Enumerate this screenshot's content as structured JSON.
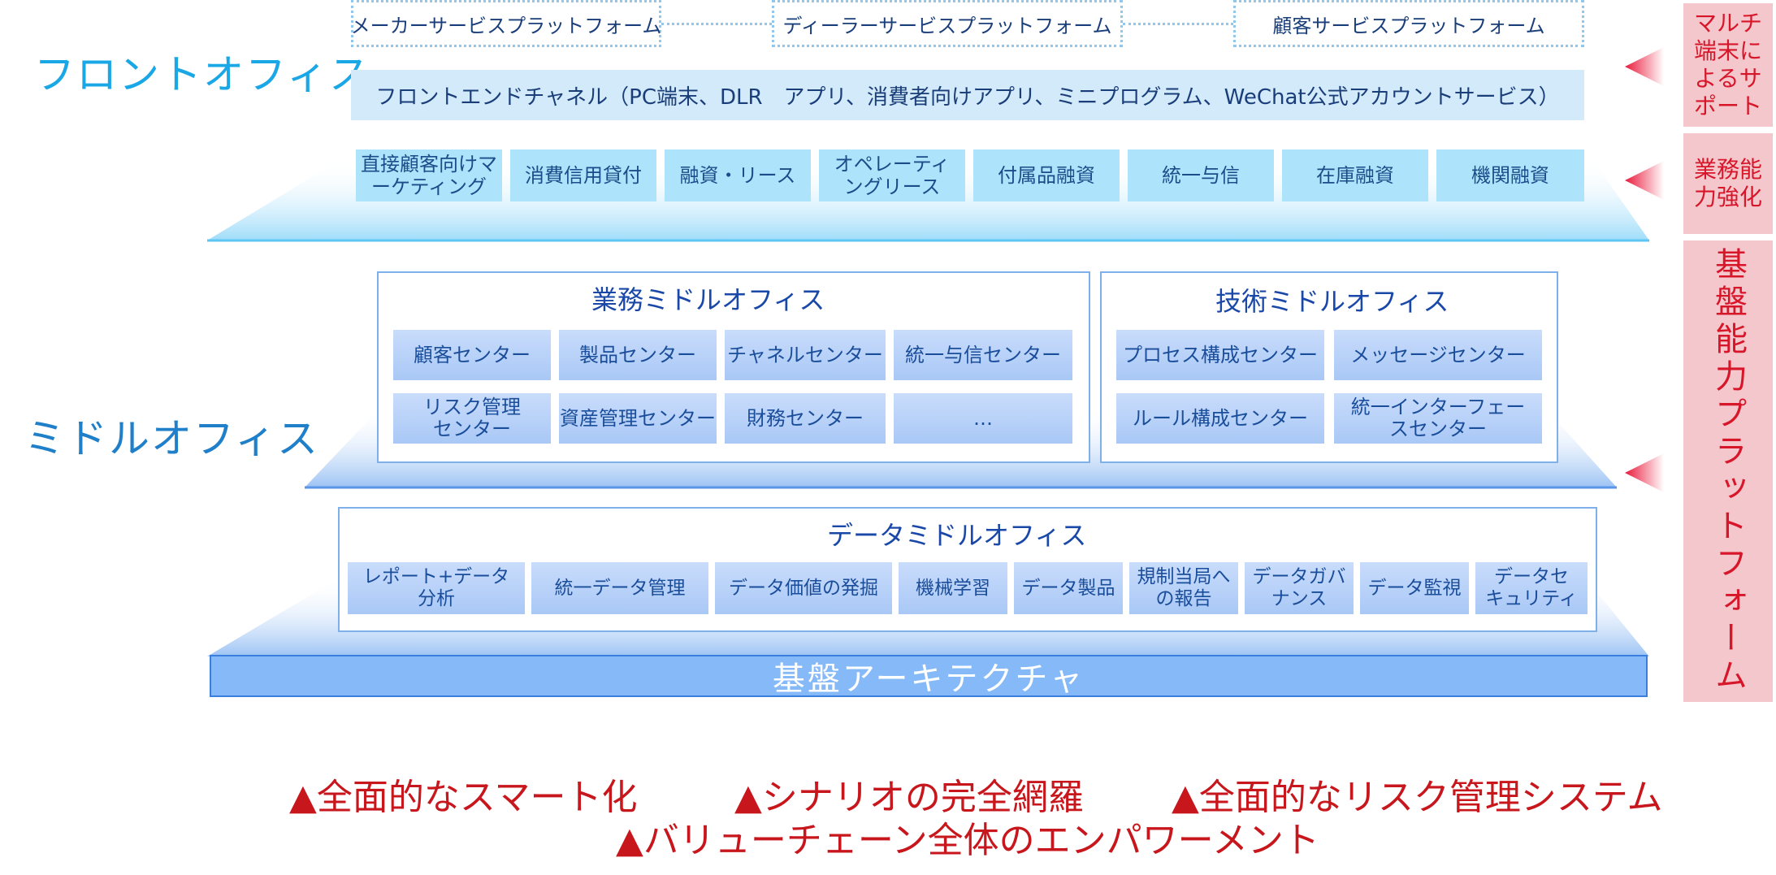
{
  "front_office": {
    "label": "フロントオフィス",
    "platforms": [
      "メーカーサービスプラットフォーム",
      "ディーラーサービスプラットフォーム",
      "顧客サービスプラットフォーム"
    ],
    "channel": "フロントエンドチャネル（PC端末、DLR　アプリ、消費者向けアプリ、ミニプログラム、WeChat公式アカウントサービス）",
    "financial": [
      "直接顧客向けマーケティング",
      "消費信用貸付",
      "融資・リース",
      "オペレーティングリース",
      "付属品融資",
      "統一与信",
      "在庫融資",
      "機関融資"
    ]
  },
  "middle_office": {
    "label": "ミドルオフィス",
    "business": {
      "title": "業務ミドルオフィス",
      "items": [
        "顧客センター",
        "製品センター",
        "チャネルセンター",
        "統一与信センター",
        "リスク管理センター",
        "資産管理センター",
        "財務センター",
        "…"
      ]
    },
    "technical": {
      "title": "技術ミドルオフィス",
      "items": [
        "プロセス構成センター",
        "メッセージセンター",
        "ルール構成センター",
        "統一インターフェースセンター"
      ]
    }
  },
  "data_office": {
    "title": "データミドルオフィス",
    "items": [
      "レポート+データ分析",
      "統一データ管理",
      "データ価値の発掘",
      "機械学習",
      "データ製品",
      "規制当局への報告",
      "データガバナンス",
      "データ監視",
      "データセキュリティ"
    ]
  },
  "base": "基盤アーキテクチャ",
  "side": {
    "multi_terminal": "マルチ端末によるサポート",
    "business": "業務能力強化",
    "platform": "基盤能力プラットフォーム"
  },
  "features": [
    "▲全面的なスマート化",
    "▲シナリオの完全網羅",
    "▲全面的なリスク管理システム",
    "▲バリューチェーン全体のエンパワーメント"
  ],
  "colors": {
    "accent_red": "#c8161d",
    "side_bg": "#f3c7cc",
    "base_blue": "#86b9f7",
    "front_label": "#1aa7e6"
  }
}
